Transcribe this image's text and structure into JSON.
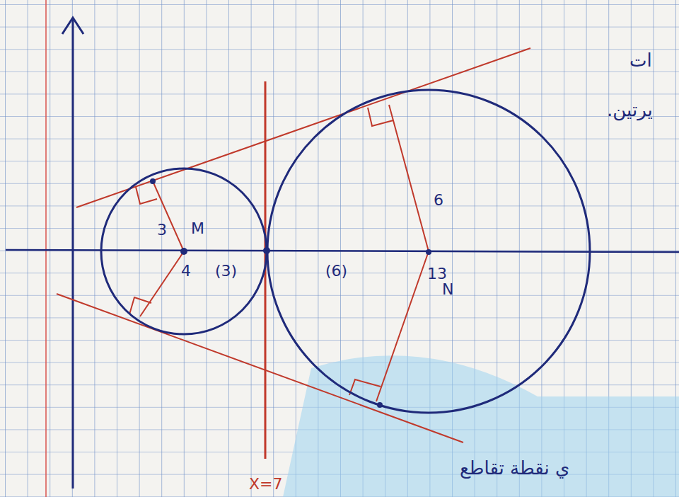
{
  "diagram": {
    "nodes": [
      {
        "text": [
          "3",
          "M",
          "4",
          "(3)"
        ]
      },
      {
        "text": [
          "6",
          "(6)",
          "13",
          "N"
        ]
      }
    ],
    "labels": [
      "X=7",
      "ات",
      "يرتين.",
      "ي نقطة تقاطع"
    ]
  }
}
